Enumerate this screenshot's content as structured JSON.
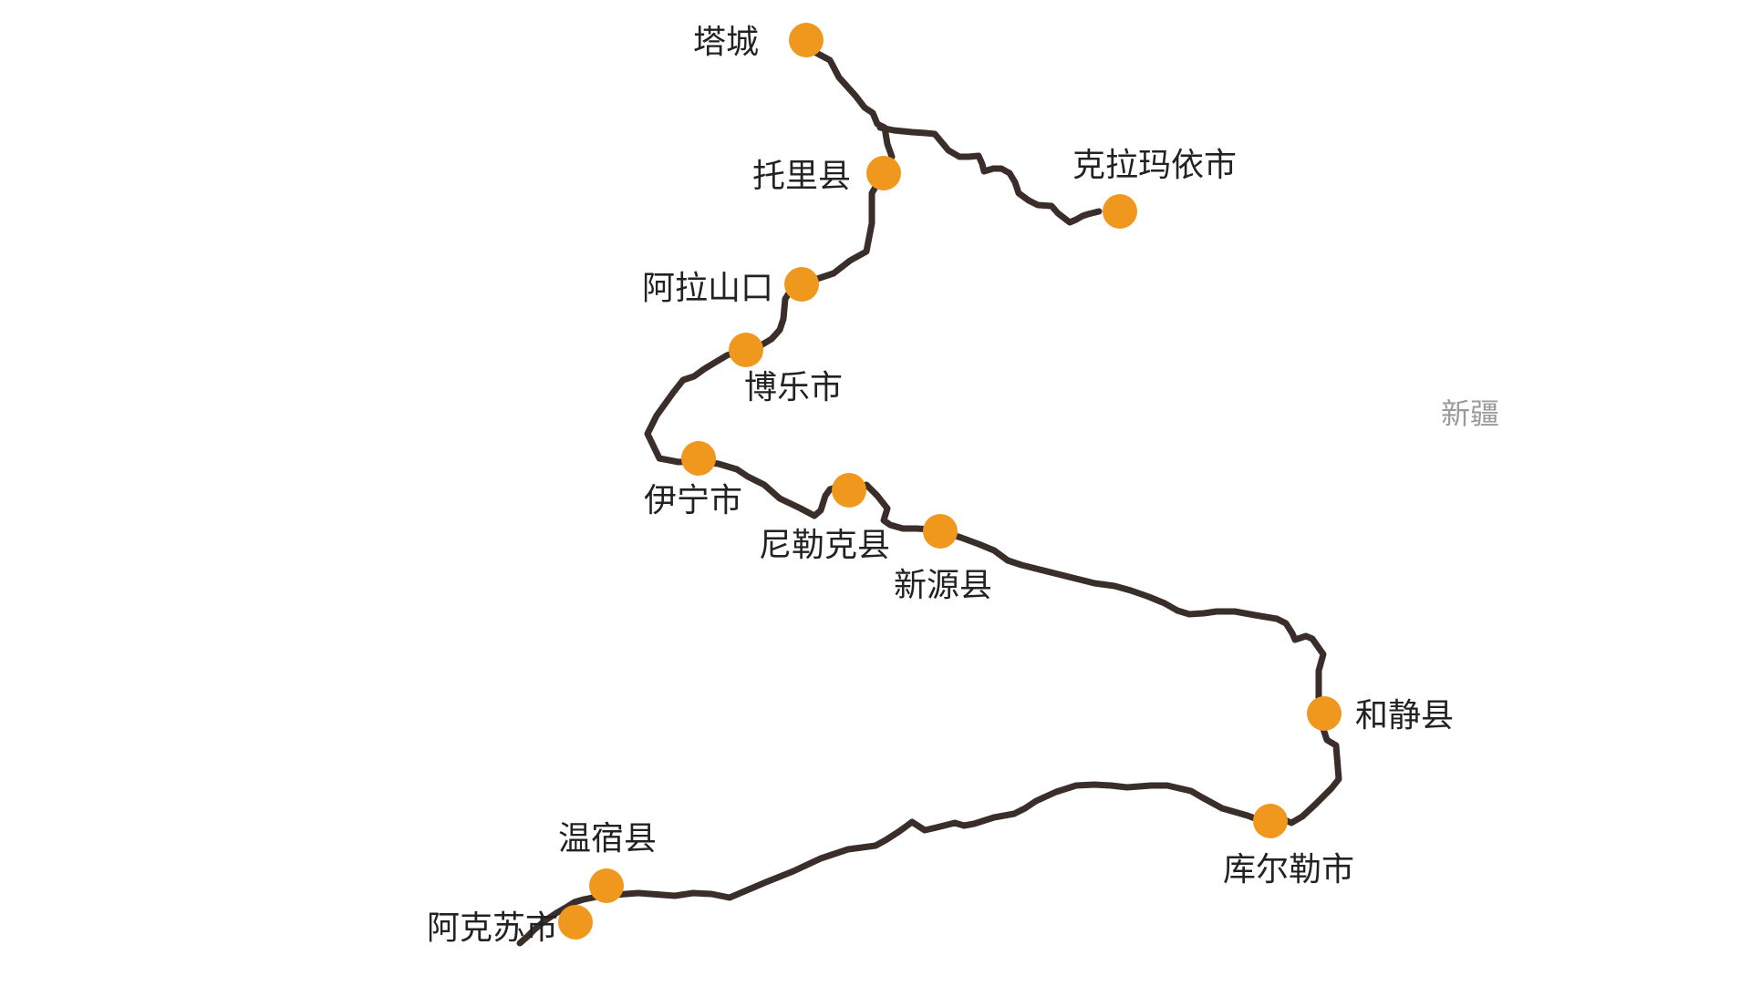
{
  "map": {
    "region_label": "新疆",
    "colors": {
      "route": "#3a2e2a",
      "marker": "#f0981e",
      "label": "#222222",
      "region_label": "#9a9a9a",
      "background": "#ffffff"
    },
    "cities": [
      {
        "id": "tacheng",
        "name": "塔城"
      },
      {
        "id": "tuoli",
        "name": "托里县"
      },
      {
        "id": "kelamayi",
        "name": "克拉玛依市"
      },
      {
        "id": "alashankou",
        "name": "阿拉山口"
      },
      {
        "id": "bole",
        "name": "博乐市"
      },
      {
        "id": "yining",
        "name": "伊宁市"
      },
      {
        "id": "nileke",
        "name": "尼勒克县"
      },
      {
        "id": "xinyuan",
        "name": "新源县"
      },
      {
        "id": "hejing",
        "name": "和静县"
      },
      {
        "id": "kuerle",
        "name": "库尔勒市"
      },
      {
        "id": "wensu",
        "name": "温宿县"
      },
      {
        "id": "akesu",
        "name": "阿克苏市"
      }
    ]
  }
}
